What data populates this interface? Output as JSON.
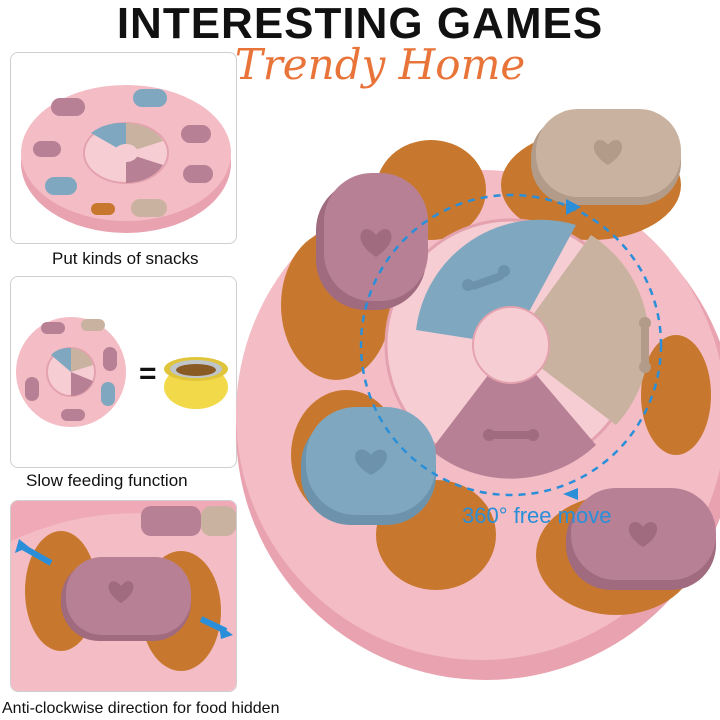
{
  "header": {
    "title": "INTERESTING GAMES",
    "brand": "Trendy Home"
  },
  "panels": [
    {
      "caption": "Put kinds of snacks"
    },
    {
      "caption": "Slow feeding function",
      "equals_sign": "="
    },
    {
      "caption": "Anti-clockwise direction for food hidden"
    }
  ],
  "hero": {
    "rotation_label": "360° free move"
  },
  "colors": {
    "pink": "#f4bcc5",
    "mauve": "#b88094",
    "blue": "#7fa8c0",
    "beige": "#c9b3a0",
    "kibble": "#c8782e",
    "accent_arrow": "#2a8fd8",
    "brand": "#e8743a"
  }
}
